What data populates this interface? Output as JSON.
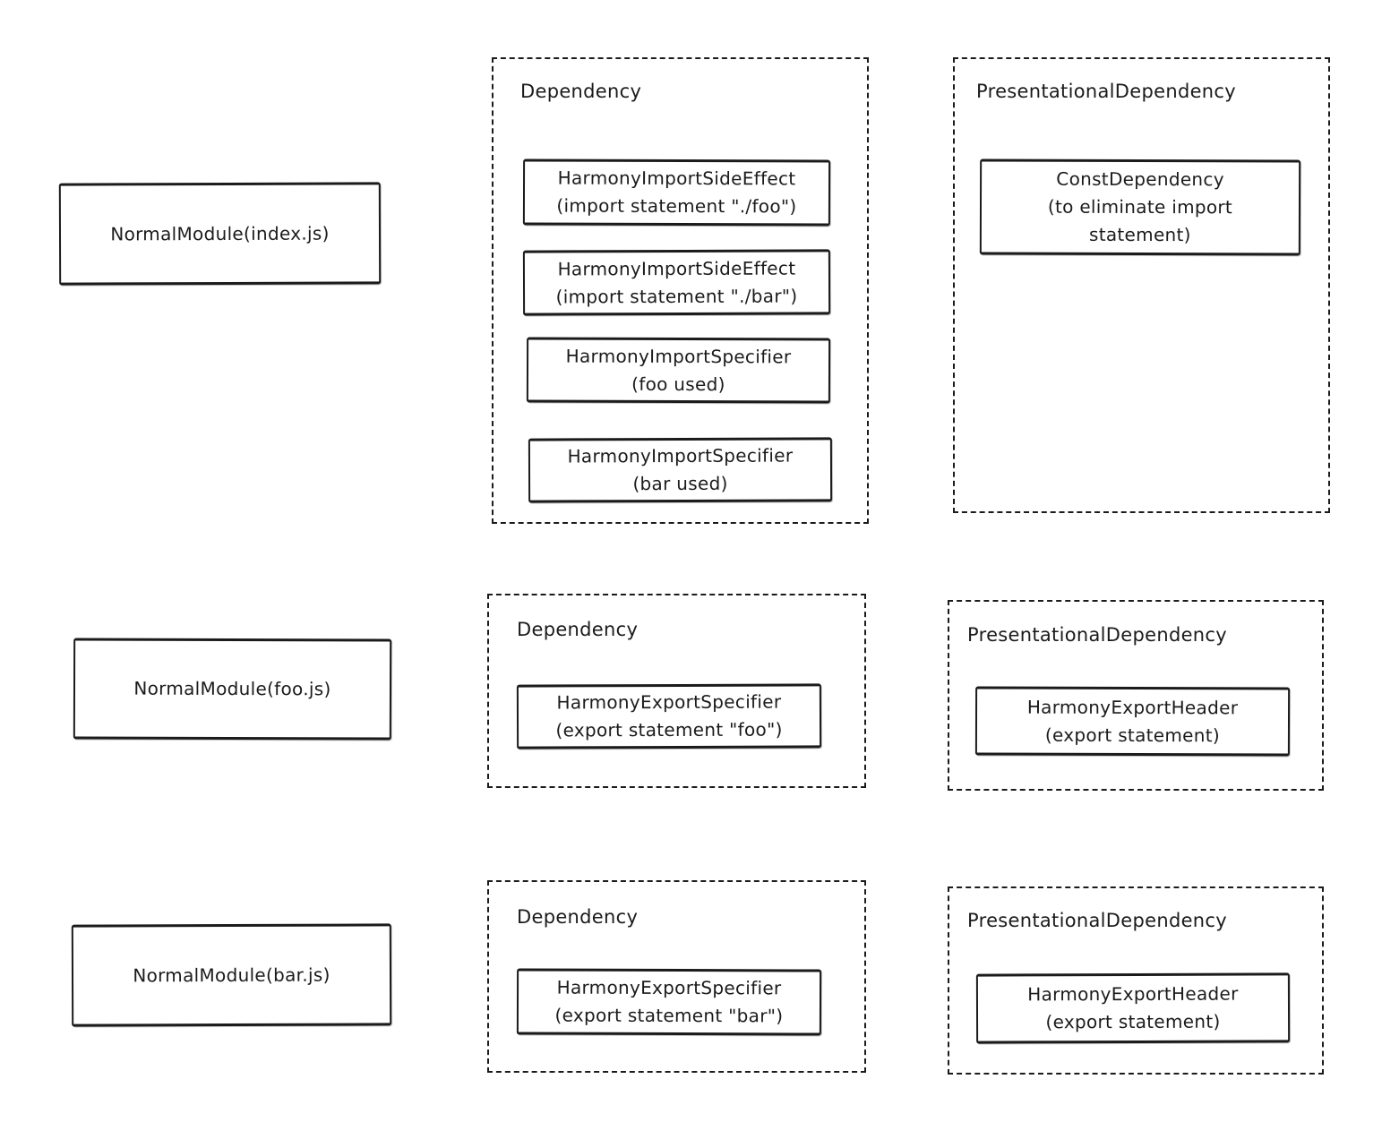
{
  "canvas": {
    "background": "#ffffff",
    "ink_color": "#1b1b1b"
  },
  "rows": [
    {
      "module": "NormalModule(index.js)",
      "dependency": {
        "label": "Dependency",
        "items": [
          [
            "HarmonyImportSideEffect",
            "(import statement \"./foo\")"
          ],
          [
            "HarmonyImportSideEffect",
            "(import statement \"./bar\")"
          ],
          [
            "HarmonyImportSpecifier",
            "(foo used)"
          ],
          [
            "HarmonyImportSpecifier",
            "(bar used)"
          ]
        ]
      },
      "presentational": {
        "label": "PresentationalDependency",
        "items": [
          [
            "ConstDependency",
            "(to eliminate import",
            "statement)"
          ]
        ]
      }
    },
    {
      "module": "NormalModule(foo.js)",
      "dependency": {
        "label": "Dependency",
        "items": [
          [
            "HarmonyExportSpecifier",
            "(export statement \"foo\")"
          ]
        ]
      },
      "presentational": {
        "label": "PresentationalDependency",
        "items": [
          [
            "HarmonyExportHeader",
            "(export statement)"
          ]
        ]
      }
    },
    {
      "module": "NormalModule(bar.js)",
      "dependency": {
        "label": "Dependency",
        "items": [
          [
            "HarmonyExportSpecifier",
            "(export statement \"bar\")"
          ]
        ]
      },
      "presentational": {
        "label": "PresentationalDependency",
        "items": [
          [
            "HarmonyExportHeader",
            "(export statement)"
          ]
        ]
      }
    }
  ]
}
